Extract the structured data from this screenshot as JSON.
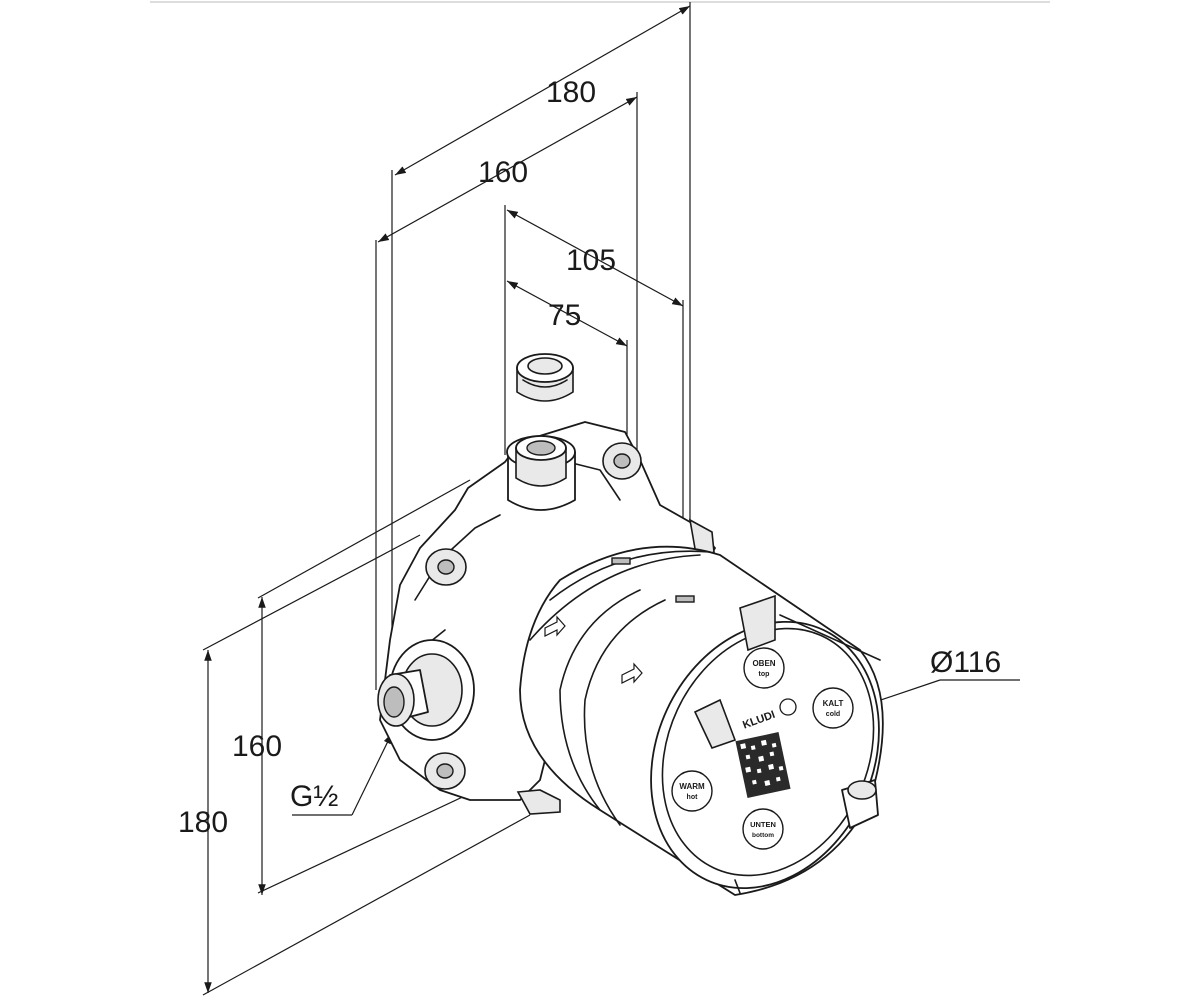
{
  "dimensions": {
    "width_outer": "180",
    "width_inner": "160",
    "offset_105": "105",
    "offset_75": "75",
    "height_inner": "160",
    "height_outer": "180",
    "diameter": "Ø116",
    "thread": "G½"
  },
  "cover_labels": {
    "oben_1": "OBEN",
    "oben_2": "top",
    "kalt_1": "KALT",
    "kalt_2": "cold",
    "warm_1": "WARM",
    "warm_2": "hot",
    "unten_1": "UNTEN",
    "unten_2": "bottom",
    "brand": "KLUDI"
  }
}
